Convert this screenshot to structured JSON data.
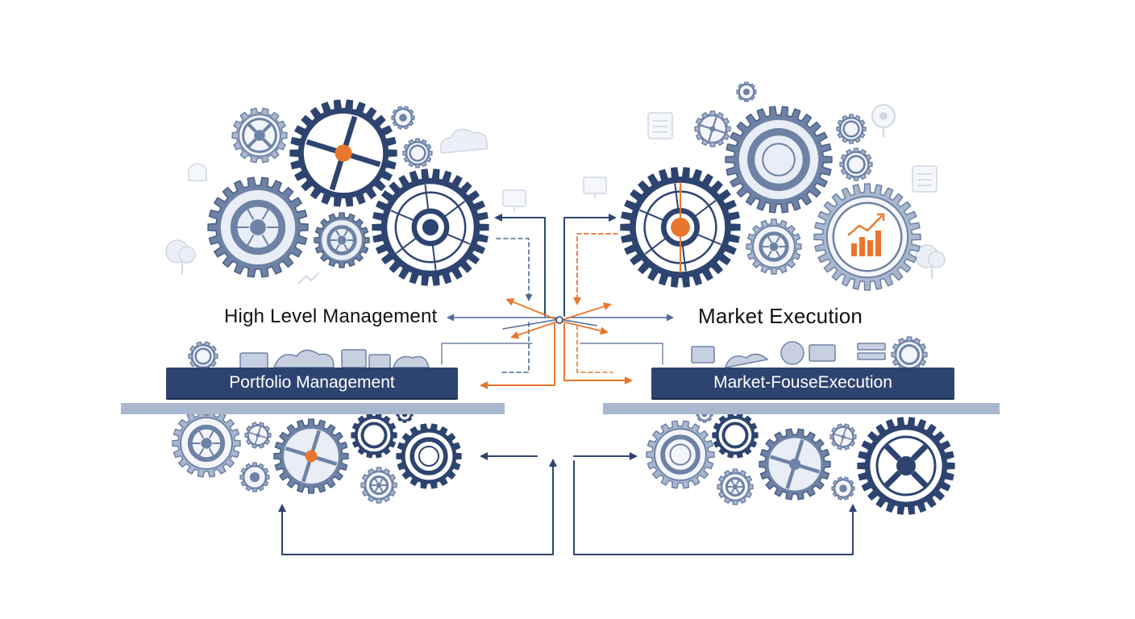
{
  "diagram": {
    "left_heading": "High Level Management",
    "right_heading": "Market Execution",
    "left_banner": "Portfolio Management",
    "right_banner": "Market-FouseExecution"
  },
  "colors": {
    "navy": "#2e4470",
    "steel": "#6e82a6",
    "light_steel": "#a9b7cf",
    "pale": "#dde3ee",
    "accent_orange": "#e8762c",
    "arrow_blue": "#4d6a93"
  },
  "icons": [
    "gear-icon",
    "bar-chart-icon",
    "cloud-icon",
    "tree-icon",
    "monitor-icon",
    "document-icon",
    "map-pin-icon",
    "arrow-icon"
  ]
}
